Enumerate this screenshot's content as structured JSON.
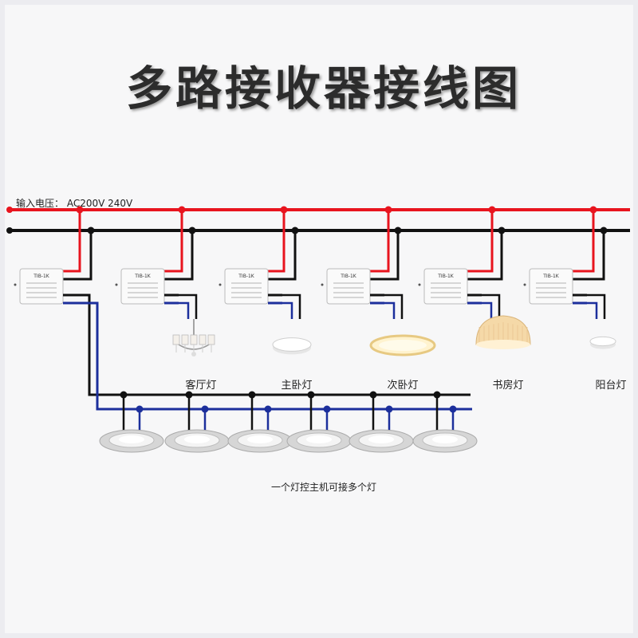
{
  "title": "多路接收器接线图",
  "input_label": "输入电压： AC200V  240V",
  "module_label": "TIB-1K",
  "lamps": [
    {
      "label": "客厅灯",
      "icon": "chandelier-icon"
    },
    {
      "label": "主卧灯",
      "icon": "ceiling-light-icon"
    },
    {
      "label": "次卧灯",
      "icon": "ring-light-icon"
    },
    {
      "label": "书房灯",
      "icon": "dome-pendant-icon"
    },
    {
      "label": "阳台灯",
      "icon": "small-ceiling-light-icon"
    }
  ],
  "downlight_count": 6,
  "footer_note": "一个灯控主机可接多个灯",
  "colors": {
    "live": "#e8141e",
    "neutral": "#111111",
    "switched": "#1c2f9c",
    "frame": "#ececf0"
  }
}
